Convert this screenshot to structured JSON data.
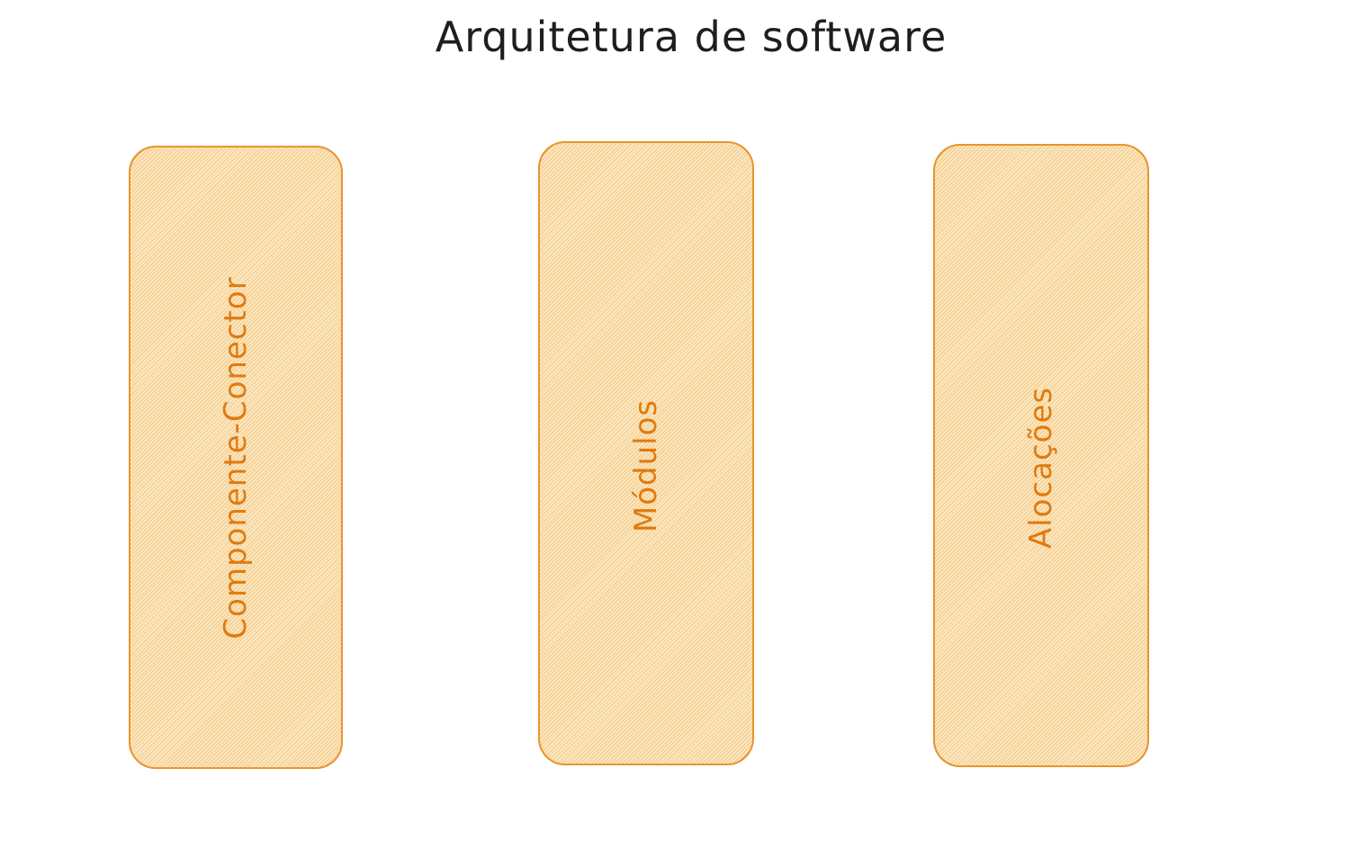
{
  "diagram": {
    "title": "Arquitetura de software",
    "boxes": [
      {
        "label": "Componente-Conector"
      },
      {
        "label": "Módulos"
      },
      {
        "label": "Alocações"
      }
    ]
  },
  "colors": {
    "box_border": "#e8952f",
    "box_fill": "#fbe7c2",
    "box_hatch": "#ecb050",
    "label_text": "#e07b10",
    "title_text": "#1e1e1e"
  }
}
